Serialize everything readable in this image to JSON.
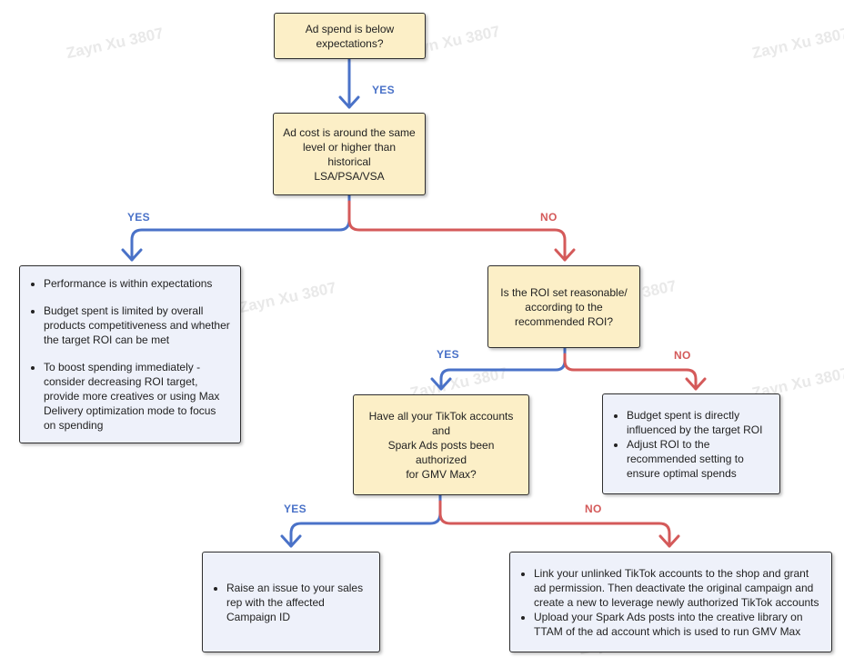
{
  "watermark": "Zayn Xu 3807",
  "colors": {
    "yes": "#4a72c8",
    "no": "#d45a5a",
    "decision_fill": "#fcefc7",
    "outcome_fill": "#eef1fa"
  },
  "labels": {
    "yes": "YES",
    "no": "NO"
  },
  "decisions": {
    "q1": [
      "Ad spend is below",
      "expectations?"
    ],
    "q2": [
      "Ad cost is around the same",
      "level or higher than historical",
      "LSA/PSA/VSA"
    ],
    "q3": [
      "Is the ROI set reasonable/",
      "according to the",
      "recommended ROI?"
    ],
    "q4": [
      "Have all your TikTok accounts and",
      "Spark Ads posts been authorized",
      "for GMV Max?"
    ]
  },
  "outcomes": {
    "performance_ok": [
      "Performance is within expectations",
      "Budget spent is limited by overall products competitiveness and whether the target ROI can be met",
      "To boost spending immediately - consider decreasing ROI target, provide more creatives or using Max Delivery optimization mode to focus on spending"
    ],
    "roi_adjust": [
      "Budget spent is directly influenced by the target ROI",
      "Adjust ROI to the recommended setting to ensure optimal spends"
    ],
    "raise_issue": [
      "Raise an issue to your sales rep with the affected Campaign ID"
    ],
    "link_accounts": [
      "Link your unlinked TikTok accounts to the shop and grant ad permission. Then deactivate the original campaign and create a new to leverage newly authorized TikTok accounts",
      "Upload your Spark Ads posts into the creative library on TTAM of the ad account which is used to run GMV Max"
    ]
  }
}
